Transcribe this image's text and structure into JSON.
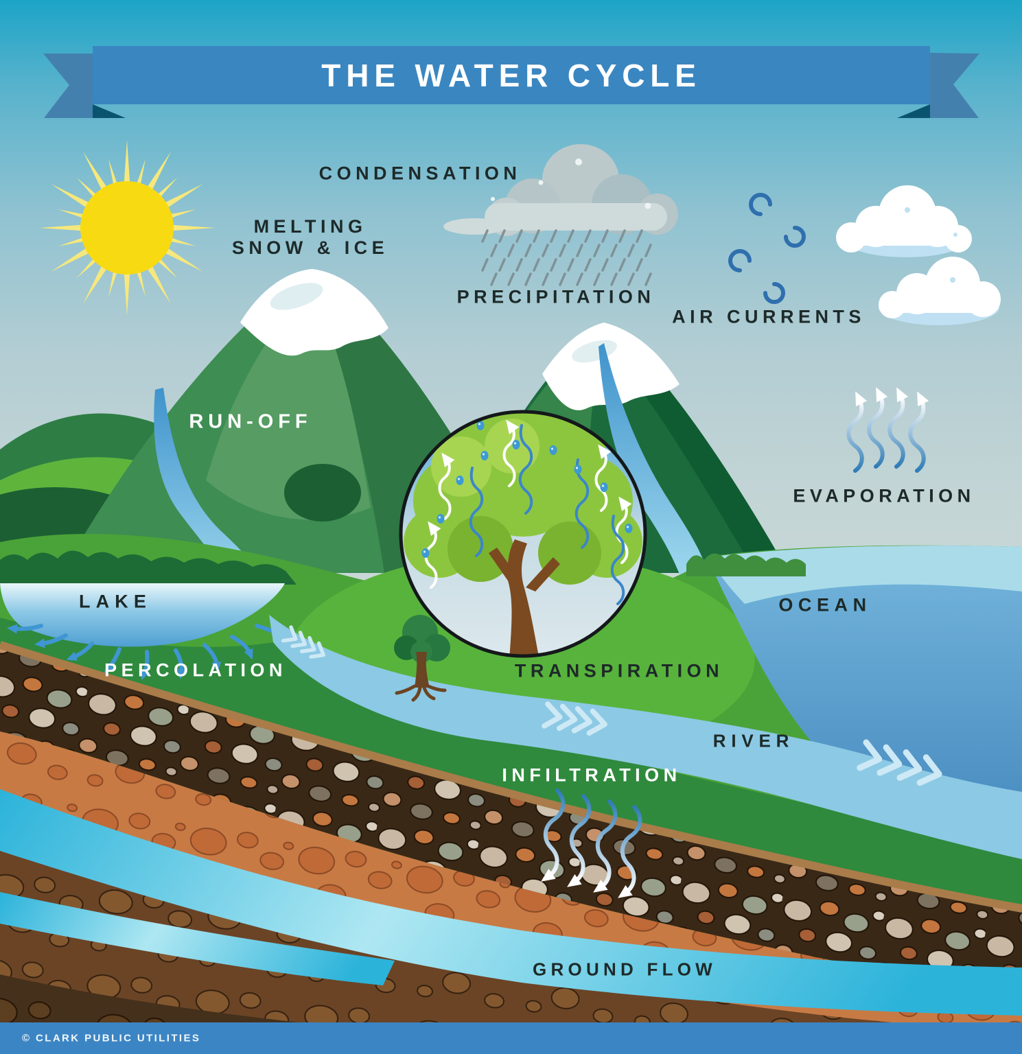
{
  "title": "THE WATER CYCLE",
  "labels": {
    "condensation": "CONDENSATION",
    "melting_line1": "MELTING",
    "melting_line2": "SNOW & ICE",
    "precipitation": "PRECIPITATION",
    "air_currents": "AIR CURRENTS",
    "evaporation": "EVAPORATION",
    "runoff": "RUN-OFF",
    "lake": "LAKE",
    "percolation": "PERCOLATION",
    "transpiration": "TRANSPIRATION",
    "ocean": "OCEAN",
    "river": "RIVER",
    "infiltration": "INFILTRATION",
    "ground_flow": "GROUND FLOW"
  },
  "footer": {
    "copyright": "© CLARK PUBLIC UTILITIES"
  },
  "icons": {
    "sun": "sun-icon",
    "rain_cloud": "rain-cloud-icon",
    "rain": "rain-dashes-icon",
    "wind": "wind-swirl-icon",
    "clouds": "cloud-icon",
    "evaporation_arrows": "evaporation-arrows-icon",
    "percolation_arrows": "percolation-arrows-icon",
    "infiltration_arrows": "infiltration-arrows-icon",
    "flow_chevrons": "flow-chevrons-icon",
    "magnifier": "magnifier-circle-icon",
    "tree": "tree-icon"
  },
  "colors": {
    "sky_top": "#1ca4c7",
    "banner": "#3a86c1",
    "banner_tail": "#4480ad",
    "banner_fold": "#0a536e",
    "sun_core": "#f8da12",
    "sun_rays": "#f6e87c",
    "label_dark": "#1d2a29",
    "label_light": "#ffffff",
    "field_green": "#4aa338",
    "mountain_dark_green": "#1c6b3d",
    "river_blue": "#8cc9e4",
    "ground_flow_blue": "#2cb3da",
    "soil_orange": "#c87a45",
    "soil_dark_brown": "#3a2817",
    "footer_bar": "#3c85c4"
  }
}
